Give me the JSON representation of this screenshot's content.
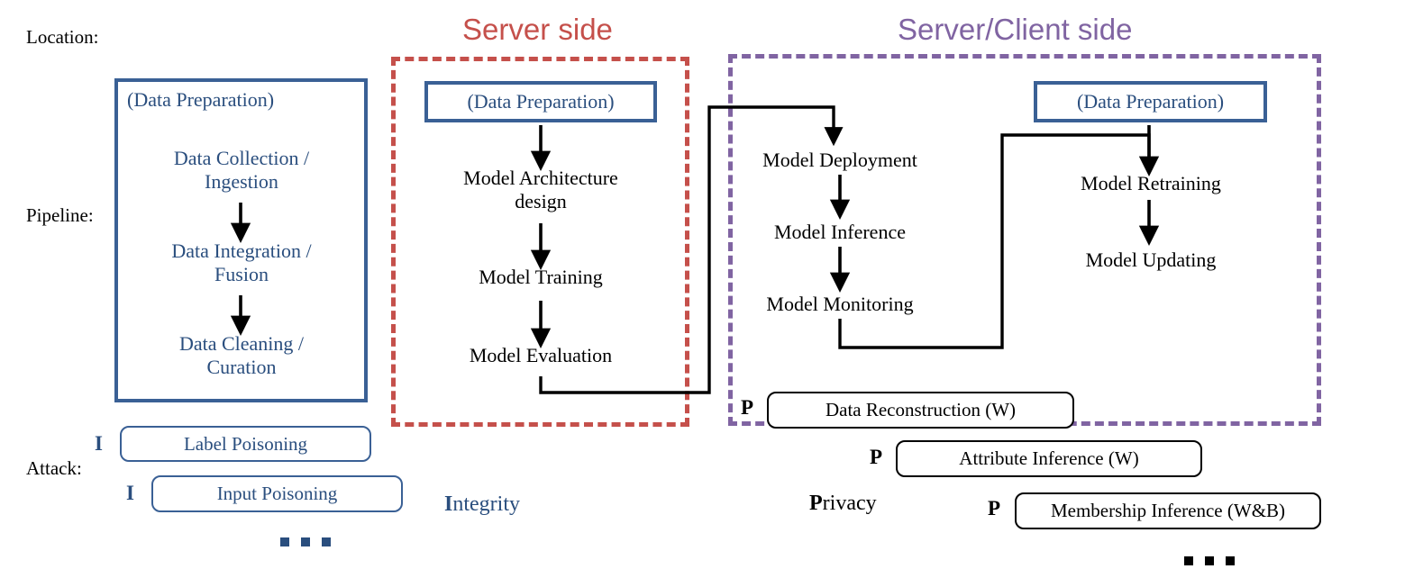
{
  "row_labels": {
    "location": "Location:",
    "pipeline": "Pipeline:",
    "attack": "Attack:"
  },
  "zones": [
    {
      "id": "server",
      "title": "Server side",
      "color": "#C5504B"
    },
    {
      "id": "server_client",
      "title": "Server/Client side",
      "color": "#8064A2"
    }
  ],
  "prep_boxes": {
    "left": "(Data Preparation)",
    "center": "(Data Preparation)",
    "right": "(Data Preparation)"
  },
  "pipeline": {
    "data_stage": {
      "steps": [
        "Data Collection /\nIngestion",
        "Data Integration /\nFusion",
        "Data Cleaning /\nCuration"
      ]
    },
    "server_stage": {
      "steps": [
        "Model Architecture\ndesign",
        "Model Training",
        "Model Evaluation"
      ]
    },
    "deploy_stage": {
      "steps": [
        "Model Deployment",
        "Model Inference",
        "Model Monitoring"
      ]
    },
    "retrain_stage": {
      "steps": [
        "Model Retraining",
        "Model Updating"
      ]
    }
  },
  "attacks": {
    "integrity": {
      "category_cap": "I",
      "category_rest": "ntegrity",
      "items": [
        {
          "prefix": "I",
          "label": "Label Poisoning"
        },
        {
          "prefix": "I",
          "label": "Input Poisoning"
        }
      ],
      "ellipsis": "..."
    },
    "privacy": {
      "category_cap": "P",
      "category_rest": "rivacy",
      "items": [
        {
          "prefix": "P",
          "label": "Data Reconstruction (W)"
        },
        {
          "prefix": "P",
          "label": "Attribute Inference (W)"
        },
        {
          "prefix": "P",
          "label": "Membership Inference (W&B)"
        }
      ],
      "ellipsis": "..."
    }
  },
  "colors": {
    "blue_stroke": "#3A6095",
    "blue_text": "#2A4E7E",
    "red": "#C5504B",
    "purple": "#8064A2",
    "black": "#000000"
  }
}
